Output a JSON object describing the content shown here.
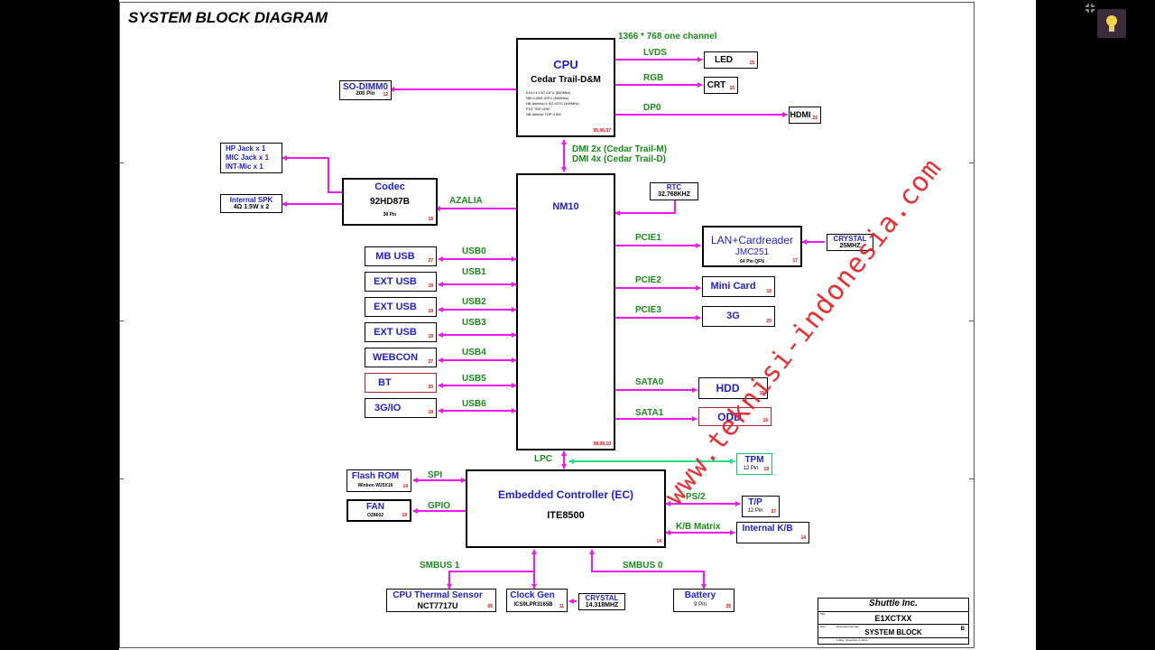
{
  "diagram": {
    "title": "SYSTEM BLOCK DIAGRAM",
    "watermark": "www.teknisi-indonesia.com",
    "cpu": {
      "name": "CPU",
      "model": "Cedar Trail-D&M",
      "page": "05,06,07",
      "notes": [
        "E1D>1.13G iGFU (640Mhz)",
        "NB>1.86G iGFU (640Mhz)",
        "NB fanless>1.5G iGFU (400Mhz)",
        "E1D TDP:10W",
        "NB fanless TDP:3.5W"
      ]
    },
    "nm10": {
      "name": "NM10",
      "page": "08,09,10"
    },
    "ec": {
      "name": "Embedded Controller (EC)",
      "model": "ITE8500",
      "page": "14"
    },
    "codec": {
      "name": "Codec",
      "model": "92HD87B",
      "pins": "38 Pin",
      "page": "18"
    },
    "audio_in": [
      "HP Jack x 1",
      "MIC Jack x 1",
      "INT-Mic x 1"
    ],
    "speaker": {
      "name": "Internal SPK",
      "spec": "4Ω 1.5W x 2"
    },
    "sodimm": {
      "name": "SO-DIMM0",
      "pins": "200 Pin",
      "page": "12"
    },
    "display_note": "1366 * 768 one channel",
    "outputs": [
      {
        "bus": "LVDS",
        "name": "LED",
        "page": "15"
      },
      {
        "bus": "RGB",
        "name": "CRT",
        "page": "15"
      },
      {
        "bus": "DP0",
        "name": "HDMI",
        "page": "22"
      }
    ],
    "dmi": [
      "DMI 2x (Cedar Trail-M)",
      "DMI 4x (Cedar Trail-D)"
    ],
    "rtc": {
      "name": "RTC",
      "freq": "32.768KHZ"
    },
    "azalia": "AZALIA",
    "usb": [
      {
        "bus": "USB0",
        "name": "MB USB",
        "page": "27"
      },
      {
        "bus": "USB1",
        "name": "EXT USB",
        "page": "19"
      },
      {
        "bus": "USB2",
        "name": "EXT USB",
        "page": "19"
      },
      {
        "bus": "USB3",
        "name": "EXT USB",
        "page": "19"
      },
      {
        "bus": "USB4",
        "name": "WEBCON",
        "page": "27"
      },
      {
        "bus": "USB5",
        "name": "BT",
        "page": "20"
      },
      {
        "bus": "USB6",
        "name": "3G/IO",
        "page": "19"
      }
    ],
    "lan": {
      "bus": "PCIE1",
      "name": "LAN+Cardreader",
      "model": "JMC251",
      "pins": "64 Pin QFN",
      "page": "17"
    },
    "lan_crystal": {
      "name": "CRYSTAL",
      "freq": "25MHZ"
    },
    "minicard": {
      "bus": "PCIE2",
      "name": "Mini Card",
      "page": "16"
    },
    "threeg": {
      "bus": "PCIE3",
      "name": "3G",
      "page": "20"
    },
    "hdd": {
      "bus": "SATA0",
      "name": "HDD",
      "page": "16"
    },
    "odd": {
      "bus": "SATA1",
      "name": "ODD",
      "page": "16"
    },
    "lpc": "LPC",
    "tpm": {
      "name": "TPM",
      "pins": "12 Pin",
      "page": "19"
    },
    "flash": {
      "bus": "SPI",
      "name": "Flash ROM",
      "model": "Winbon W25X16",
      "page": "14"
    },
    "fan": {
      "bus": "GPIO",
      "name": "FAN",
      "model": "OZ8602",
      "page": "19"
    },
    "tp": {
      "bus": "PS/2",
      "name": "T/P",
      "pins": "12 Pin",
      "page": "27"
    },
    "kb": {
      "bus": "K/B Matrix",
      "name": "Internal K/B",
      "page": "14"
    },
    "smbus1": "SMBUS 1",
    "smbus0": "SMBUS 0",
    "thermal": {
      "name": "CPU Thermal Sensor",
      "model": "NCT7717U",
      "page": "05"
    },
    "clock": {
      "name": "Clock Gen",
      "model": "ICS9LPR3165B",
      "page": "11"
    },
    "clock_crystal": {
      "name": "CRYSTAL",
      "freq": "14.318MHZ"
    },
    "battery": {
      "name": "Battery",
      "pins": "9 Pin",
      "page": "25"
    },
    "titleblock": {
      "company": "Shuttle Inc.",
      "project": "E1XCTXX",
      "doc": "SYSTEM BLOCK",
      "rev": "B",
      "lbl_title": "Title",
      "lbl_size": "Size",
      "lbl_docnum": "Document Number",
      "date": "Friday, November 4, 2011"
    }
  },
  "colors": {
    "wire": "#f018f0",
    "bus_label": "#1a8a1a",
    "block_text": "#1f1fc4",
    "page_ref": "#dd0000",
    "tpm_wire": "#21e27b",
    "watermark": "#e2262a"
  },
  "icons": [
    "collapse-icon",
    "lightbulb-icon"
  ]
}
